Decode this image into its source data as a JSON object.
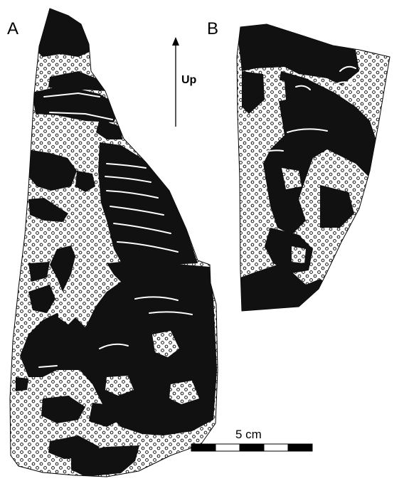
{
  "figure": {
    "panel_a_label": "A",
    "panel_b_label": "B",
    "orientation_label": "Up",
    "scale_label": "5 cm"
  },
  "legend_colors": {
    "black_material": "#111111",
    "dotted_matrix_background": "#ffffff",
    "white_laminae": "#ffffff",
    "outline": "#000000"
  },
  "scale_bar": {
    "length_value": 5,
    "unit": "cm",
    "segments": 5
  }
}
